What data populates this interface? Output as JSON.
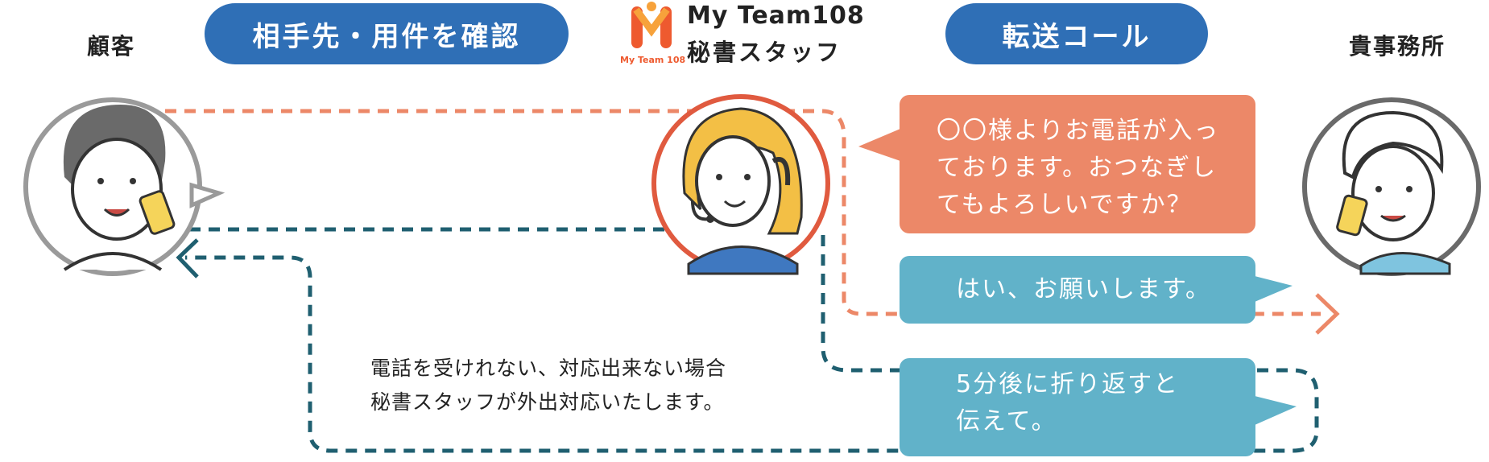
{
  "labels": {
    "customer": "顧客",
    "office": "貴事務所"
  },
  "pills": {
    "confirm": "相手先・用件を確認",
    "transfer": "転送コール"
  },
  "logo": {
    "name": "My Team108",
    "sub": "秘書スタッフ",
    "small": "My Team 108"
  },
  "bubbles": {
    "ask": [
      "〇〇様よりお電話が入っ",
      "ております。おつなぎし",
      "てもよろしいですか？"
    ],
    "yes": "はい、お願いします。",
    "callback": [
      "5分後に折り返すと",
      "伝えて。"
    ]
  },
  "note": [
    "電話を受けれない、対応出来ない場合",
    "秘書スタッフが外出対応いたします。"
  ],
  "colors": {
    "blue": "#2f6fb6",
    "orange": "#ec8868",
    "teal": "#61b2c9",
    "dark_teal": "#1f5f70",
    "red_ring": "#e05a3f",
    "gray_ring": "#9a9a9a"
  }
}
